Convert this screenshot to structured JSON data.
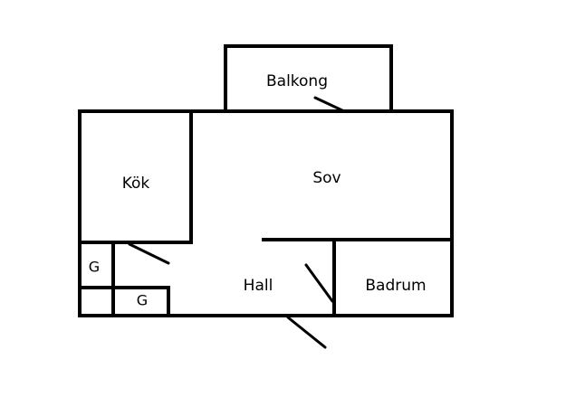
{
  "floor_plan": {
    "rooms": {
      "balkong": "Balkong",
      "sov": "Sov",
      "kok": "Kök",
      "hall": "Hall",
      "badrum": "Badrum",
      "garderob_1": "G",
      "garderob_2": "G"
    },
    "colors": {
      "line": "#000000",
      "background": "#ffffff"
    }
  }
}
